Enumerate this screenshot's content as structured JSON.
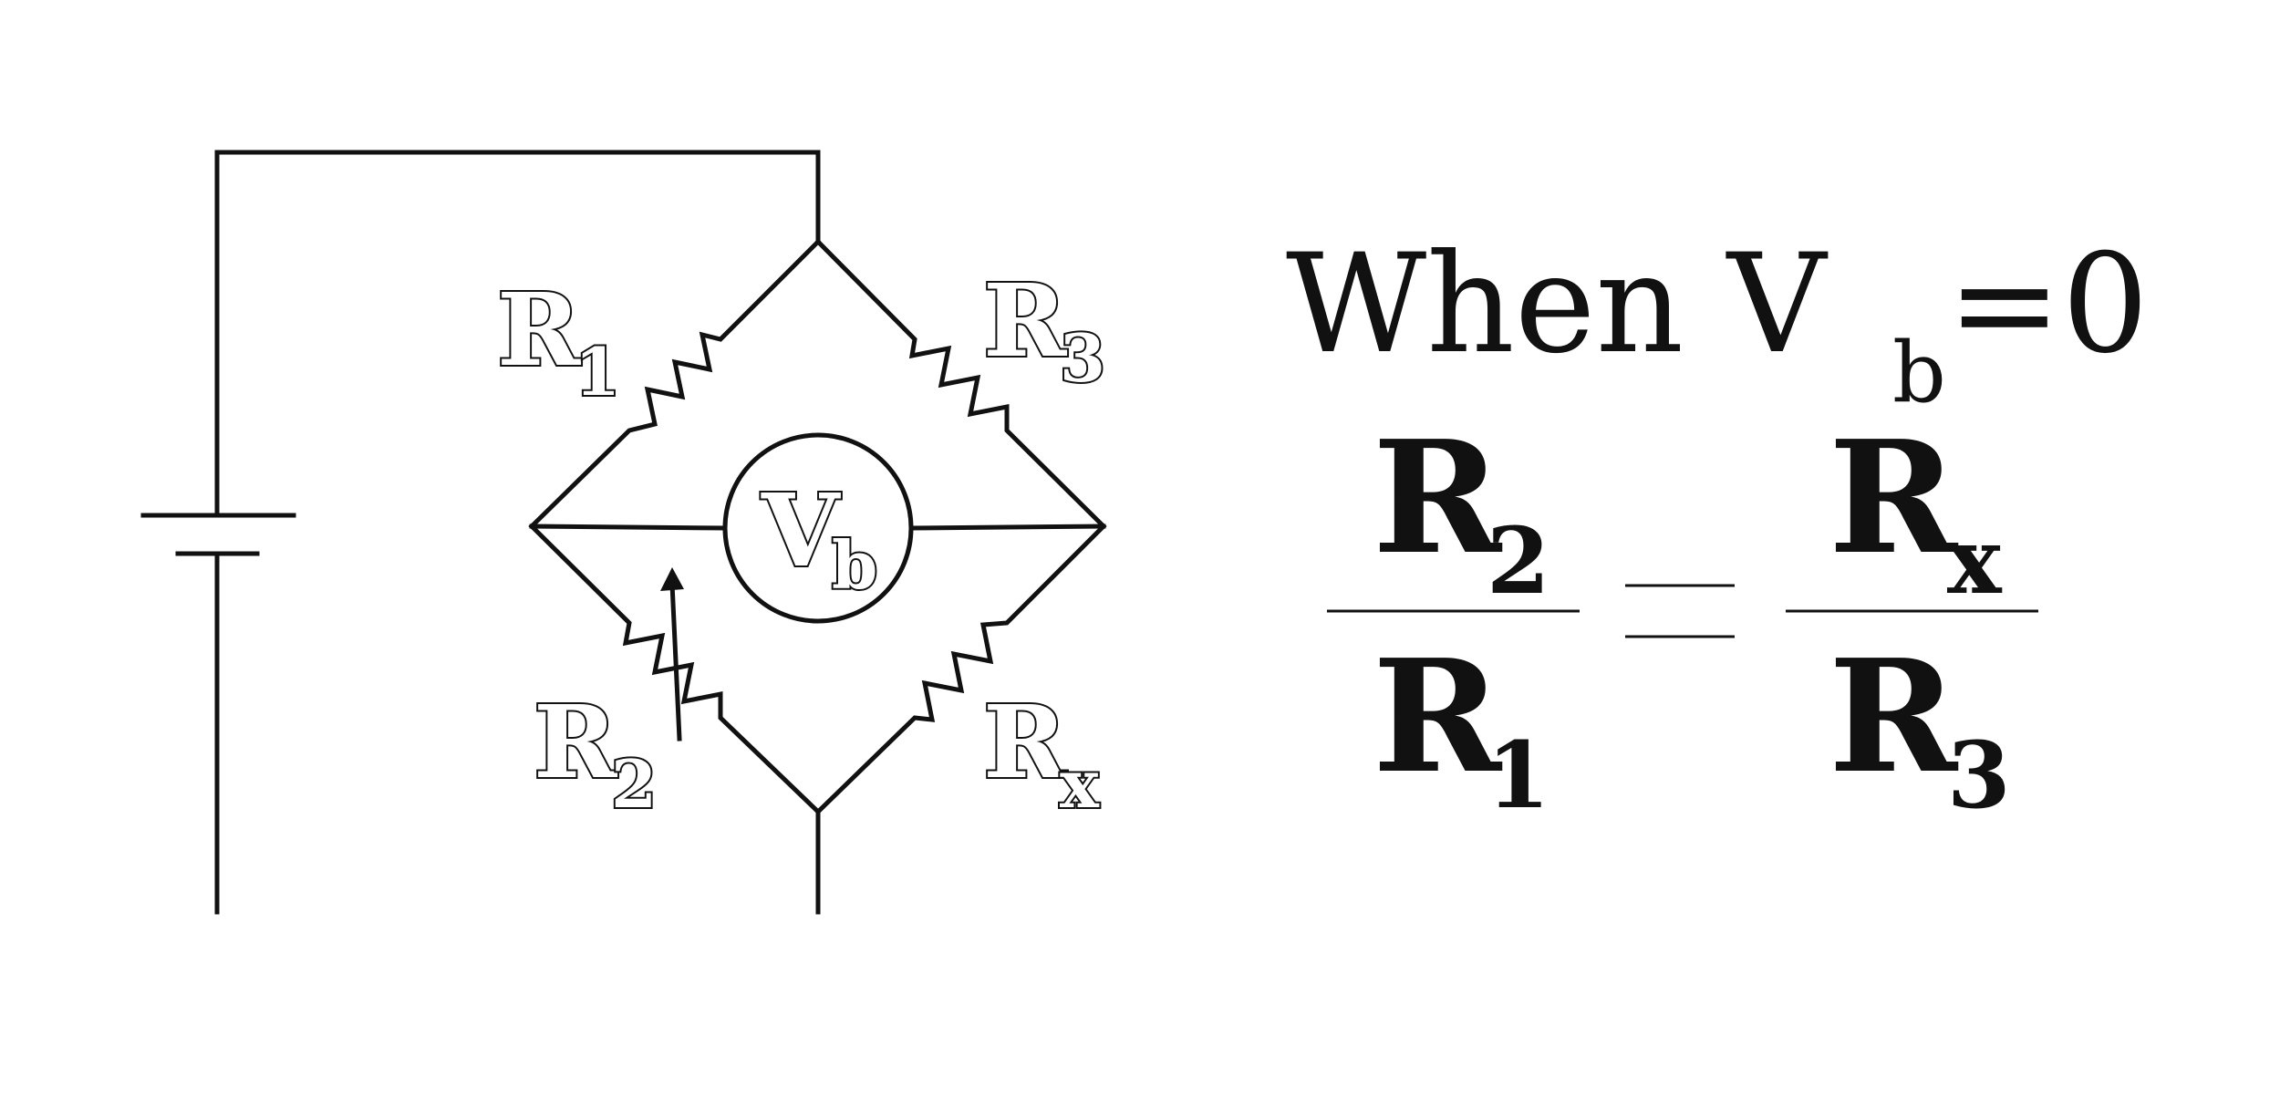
{
  "circuit": {
    "labels": {
      "r1": {
        "main": "R",
        "sub": "1"
      },
      "r3": {
        "main": "R",
        "sub": "3"
      },
      "r2": {
        "main": "R",
        "sub": "2"
      },
      "rx": {
        "main": "R",
        "sub": "x"
      },
      "meter": {
        "main": "V",
        "sub": "b"
      }
    }
  },
  "equation": {
    "condition": {
      "prefix": "When V",
      "sub": "b",
      "suffix": "=0"
    },
    "left_fraction": {
      "num_main": "R",
      "num_sub": "2",
      "den_main": "R",
      "den_sub": "1"
    },
    "right_fraction": {
      "num_main": "R",
      "num_sub": "x",
      "den_main": "R",
      "den_sub": "3"
    }
  }
}
